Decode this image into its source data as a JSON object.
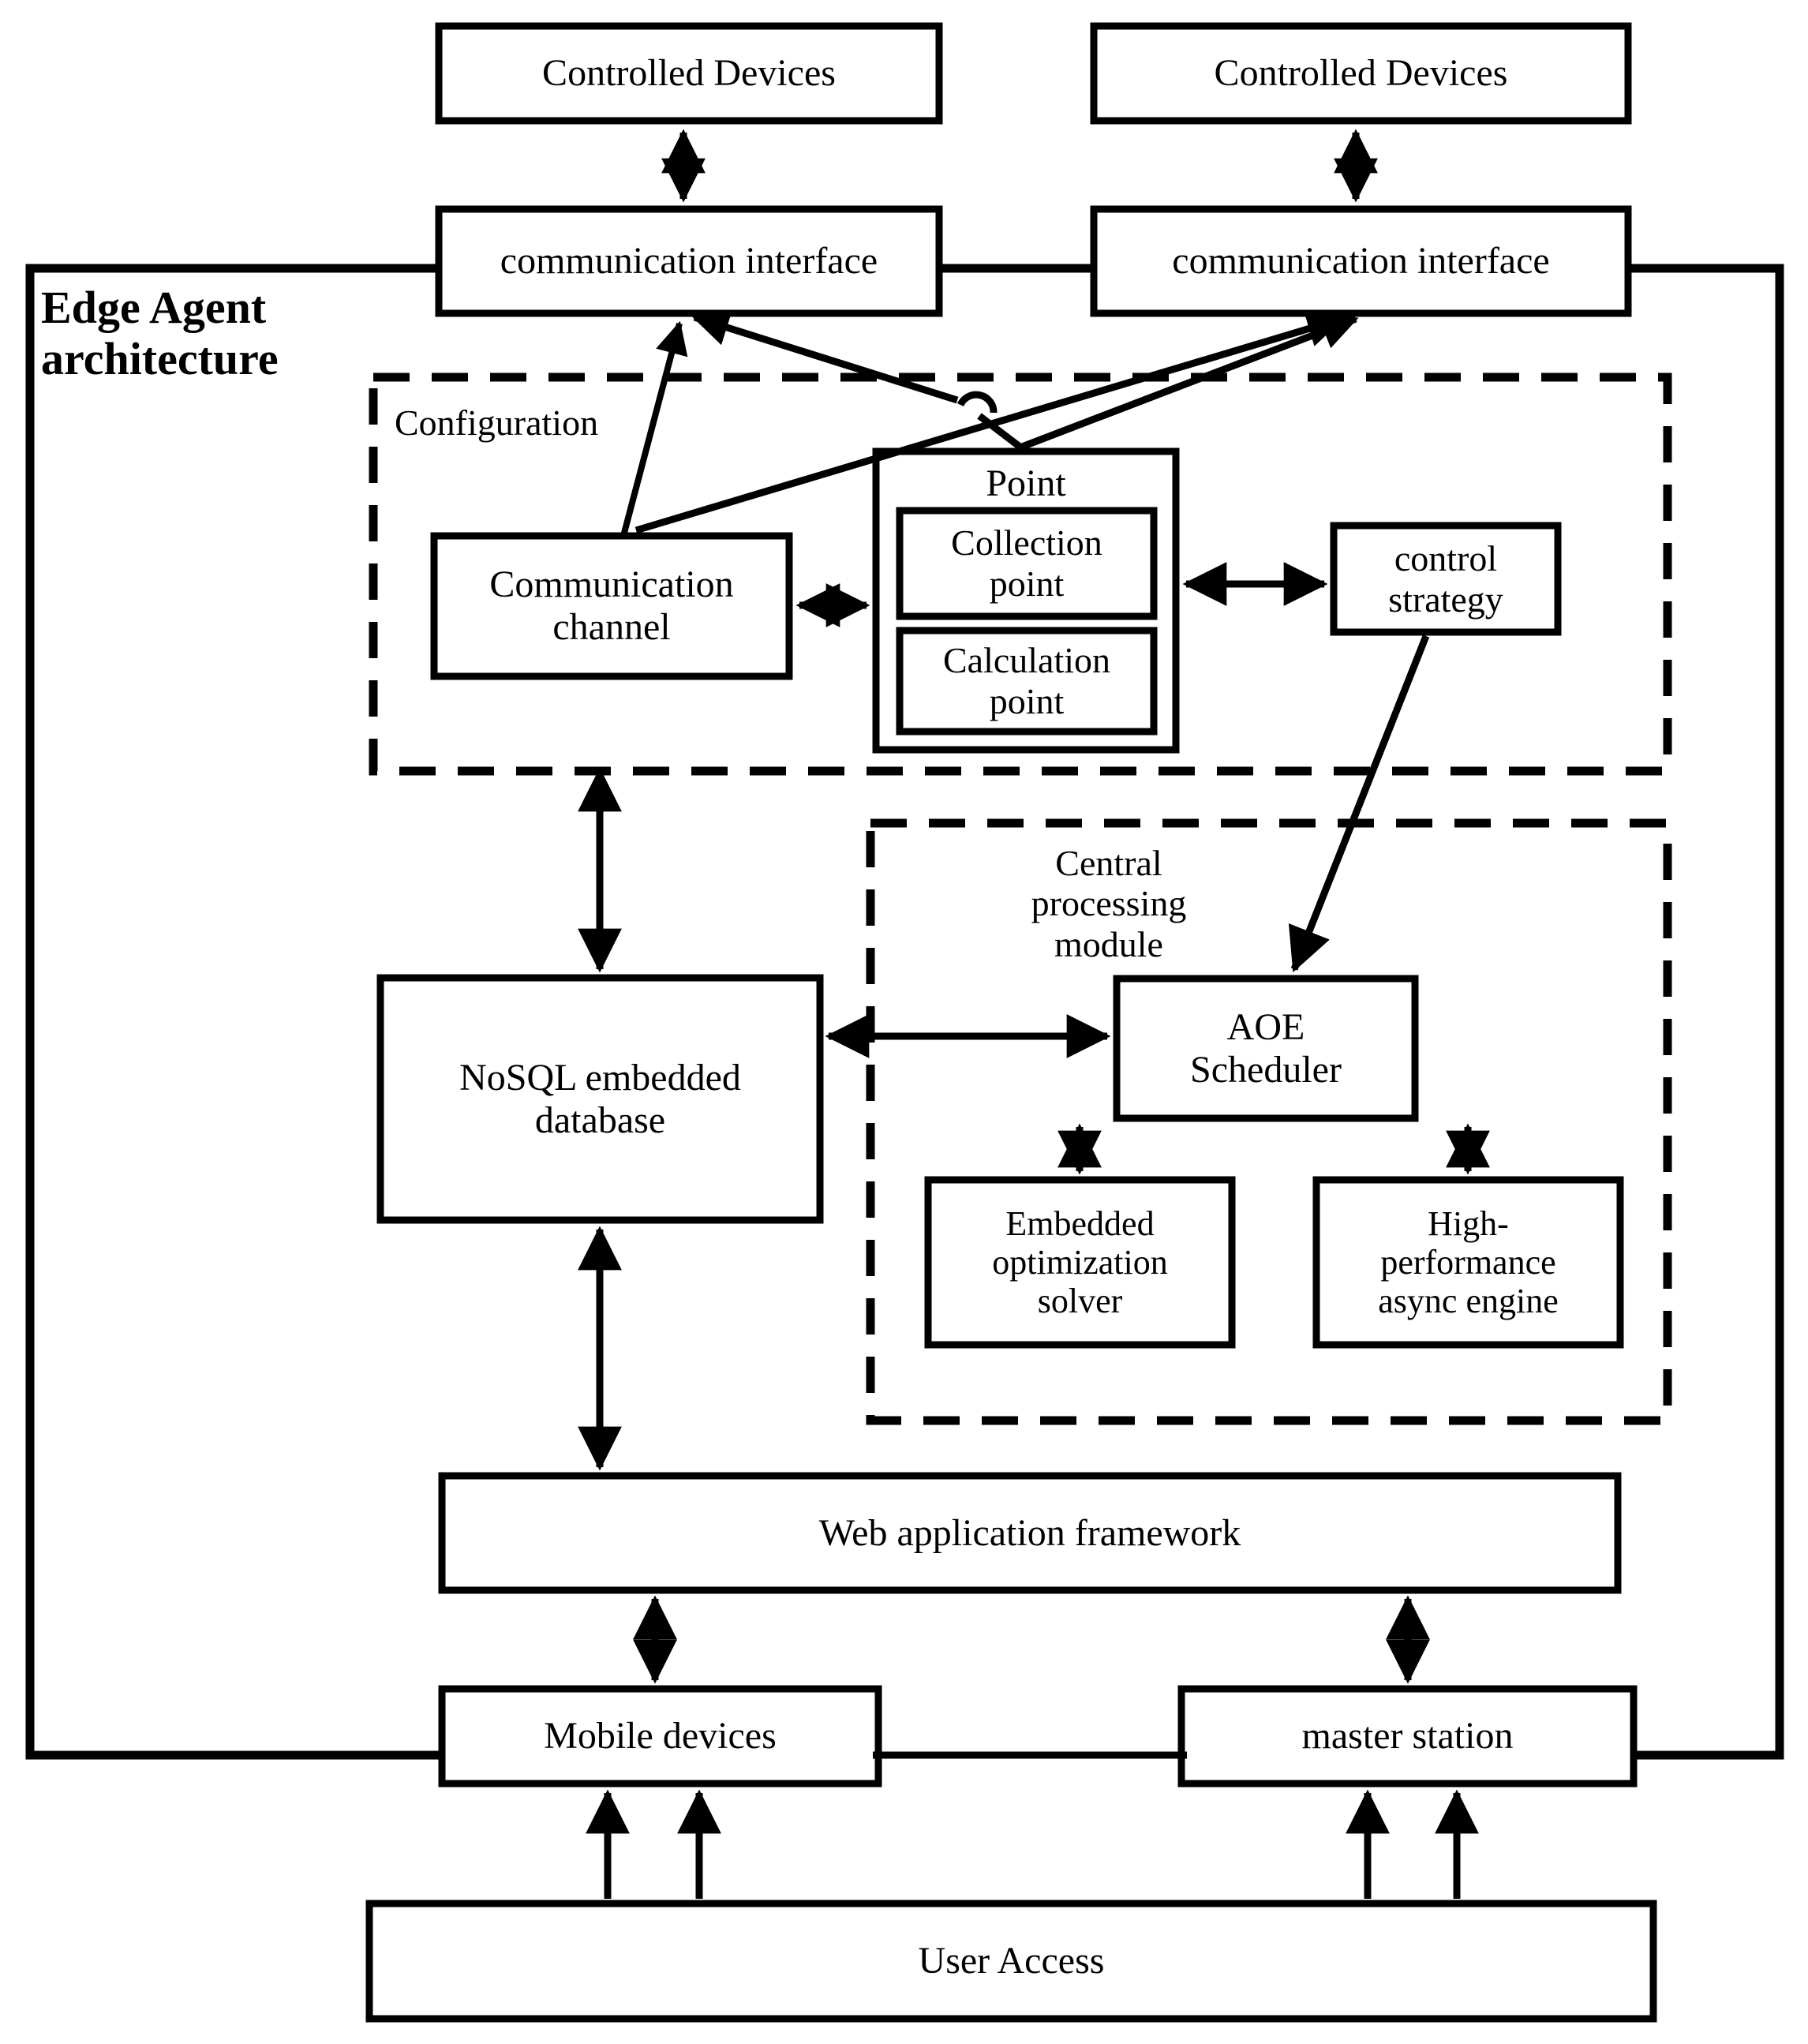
{
  "diagram": {
    "title": "Edge Agent architecture",
    "groups": [
      {
        "id": "configuration",
        "label": "Configuration",
        "style": "dashed"
      },
      {
        "id": "central-processing",
        "label": "Central\nprocessing\nmodule",
        "style": "dashed"
      },
      {
        "id": "edge-agent",
        "label": "Edge Agent\narchitecture",
        "style": "solid"
      }
    ],
    "nodes": {
      "controlled_devices_left": "Controlled Devices",
      "controlled_devices_right": "Controlled Devices",
      "communication_interface_left": "communication interface",
      "communication_interface_right": "communication interface",
      "communication_channel": "Communication\nchannel",
      "point": "Point",
      "collection_point": "Collection\npoint",
      "calculation_point": "Calculation\npoint",
      "control_strategy": "control\nstrategy",
      "nosql_database": "NoSQL embedded\ndatabase",
      "aoe_scheduler": "AOE\nScheduler",
      "embedded_solver": "Embedded\noptimization\nsolver",
      "async_engine": "High-\nperformance\nasync engine",
      "web_framework": "Web application framework",
      "mobile_devices": "Mobile devices",
      "master_station": "master station",
      "user_access": "User Access"
    },
    "colors": {
      "stroke": "#000000",
      "fill": "#ffffff",
      "background": "#ffffff"
    },
    "edges": [
      {
        "from": "controlled_devices_left",
        "to": "communication_interface_left",
        "kind": "bidirectional"
      },
      {
        "from": "controlled_devices_right",
        "to": "communication_interface_right",
        "kind": "bidirectional"
      },
      {
        "from": "communication_channel",
        "to": "communication_interface_left",
        "kind": "arrow"
      },
      {
        "from": "communication_channel",
        "to": "communication_interface_right",
        "kind": "arrow"
      },
      {
        "from": "point",
        "to": "communication_interface_left",
        "kind": "arrow"
      },
      {
        "from": "point",
        "to": "communication_interface_right",
        "kind": "arrow"
      },
      {
        "from": "communication_channel",
        "to": "point",
        "kind": "bidirectional"
      },
      {
        "from": "point",
        "to": "control_strategy",
        "kind": "bidirectional"
      },
      {
        "from": "control_strategy",
        "to": "aoe_scheduler",
        "kind": "arrow"
      },
      {
        "from": "configuration",
        "to": "nosql_database",
        "kind": "bidirectional"
      },
      {
        "from": "nosql_database",
        "to": "aoe_scheduler",
        "kind": "bidirectional"
      },
      {
        "from": "aoe_scheduler",
        "to": "embedded_solver",
        "kind": "bidirectional"
      },
      {
        "from": "aoe_scheduler",
        "to": "async_engine",
        "kind": "bidirectional"
      },
      {
        "from": "nosql_database",
        "to": "web_framework",
        "kind": "bidirectional"
      },
      {
        "from": "web_framework",
        "to": "mobile_devices",
        "kind": "bidirectional"
      },
      {
        "from": "web_framework",
        "to": "master_station",
        "kind": "bidirectional"
      },
      {
        "from": "user_access",
        "to": "mobile_devices",
        "kind": "arrow-double-line"
      },
      {
        "from": "user_access",
        "to": "master_station",
        "kind": "arrow-double-line"
      }
    ]
  }
}
